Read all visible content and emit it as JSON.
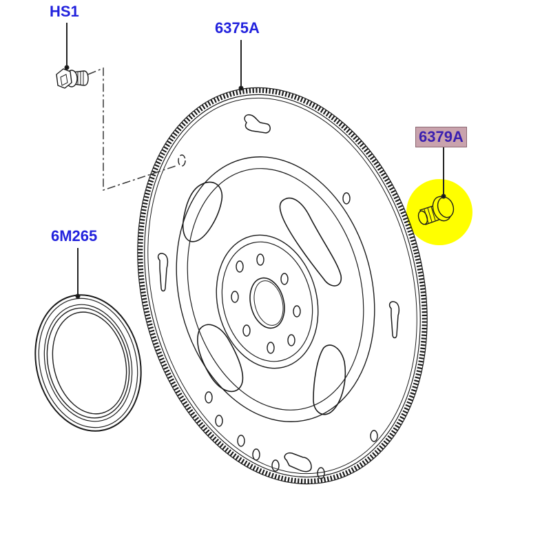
{
  "diagram": {
    "type": "exploded-parts-diagram",
    "subject": "flexplate assembly",
    "parts": [
      {
        "id": "hs1",
        "label": "HS1",
        "item": "bolt",
        "highlighted": false
      },
      {
        "id": "6375a",
        "label": "6375A",
        "item": "flexplate / ring gear",
        "highlighted": false
      },
      {
        "id": "6379a",
        "label": "6379A",
        "item": "bolt",
        "highlighted": true
      },
      {
        "id": "6m265",
        "label": "6M265",
        "item": "seal ring",
        "highlighted": false
      }
    ],
    "colors": {
      "label_text": "#2222dd",
      "highlight_label_bg": "#c9a3ad",
      "highlight_marker": "#ffff00",
      "line_art": "#1a1a1a",
      "background": "#ffffff"
    }
  }
}
